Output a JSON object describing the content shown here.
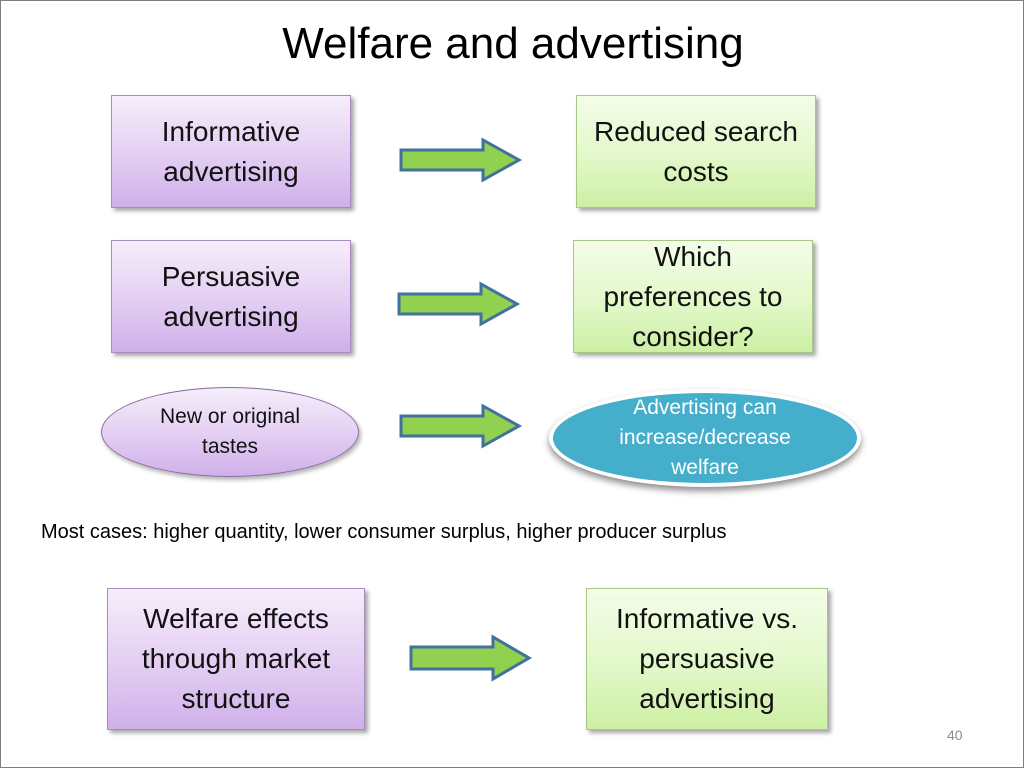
{
  "slide": {
    "title": "Welfare and advertising",
    "rows": [
      {
        "left": "Informative advertising",
        "right": "Reduced search costs"
      },
      {
        "left": "Persuasive advertising",
        "right": "Which preferences to consider?"
      },
      {
        "left": "New or original tastes",
        "right": "Advertising can increase/decrease welfare"
      }
    ],
    "note": "Most cases: higher quantity, lower consumer surplus, higher producer surplus",
    "bottom": {
      "left": "Welfare effects through market structure",
      "right": "Informative vs. persuasive advertising"
    },
    "page_number": "40"
  },
  "colors": {
    "arrow_fill": "#92d050",
    "arrow_stroke": "#41719c",
    "ellipse_blue": "#45aecb"
  }
}
